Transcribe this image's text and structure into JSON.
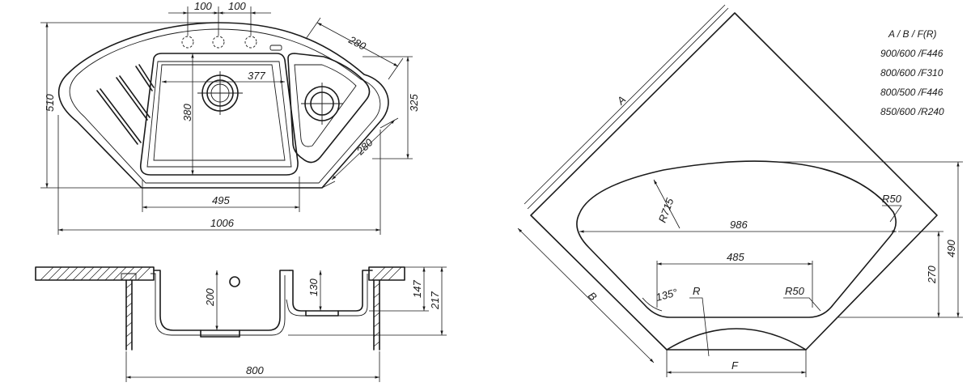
{
  "top_view": {
    "dim_hole_spacing_1": "100",
    "dim_hole_spacing_2": "100",
    "dim_side_top": "280",
    "dim_side_bottom": "280",
    "dim_main_bowl_width": "377",
    "dim_main_bowl_depth": "380",
    "dim_small_bowl_depth": "325",
    "dim_total_depth": "510",
    "dim_main_bowl_bottom": "495",
    "dim_total_width": "1006"
  },
  "side_view": {
    "dim_main_bowl_height": "200",
    "dim_small_bowl_height": "130",
    "dim_height_147": "147",
    "dim_height_217": "217",
    "dim_cabinet_width": "800"
  },
  "corner_view": {
    "label_a": "A",
    "label_b": "B",
    "label_f": "F",
    "label_r715": "R715",
    "label_r50_top": "R50",
    "label_r50_bottom": "R50",
    "label_r": "R",
    "label_angle": "135°",
    "dim_986": "986",
    "dim_485": "485",
    "dim_490": "490",
    "dim_270": "270"
  },
  "size_table": {
    "header": "A / B / F(R)",
    "rows": [
      "900/600 /F446",
      "800/600 /F310",
      "800/500 /F446",
      "850/600 /R240"
    ]
  }
}
